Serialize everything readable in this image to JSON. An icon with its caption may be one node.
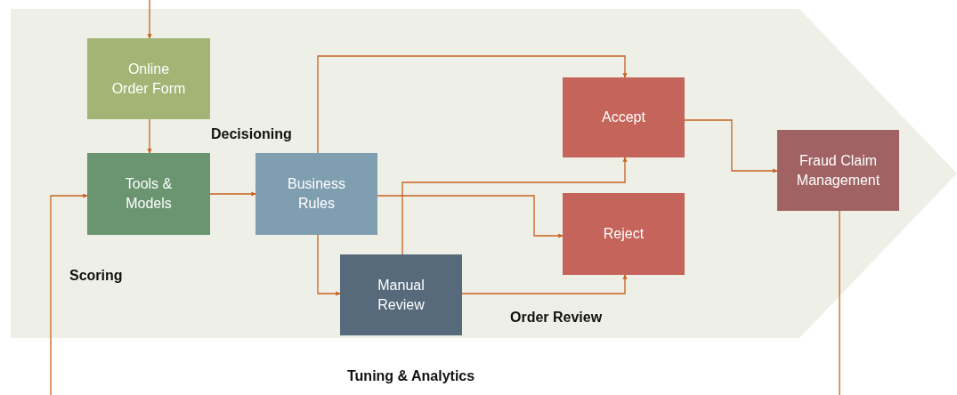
{
  "diagram": {
    "nodes": [
      {
        "text": [
          "Online Order Form"
        ]
      },
      {
        "text": [
          "Accept"
        ]
      },
      {
        "text": [
          "Tools & Models"
        ]
      },
      {
        "text": [
          "Business Rules"
        ]
      },
      {
        "text": [
          "Fraud Claim Management"
        ]
      },
      {
        "text": [
          "Reject"
        ]
      },
      {
        "text": [
          "Manual Review"
        ]
      }
    ],
    "edges": [
      {
        "from": null,
        "to": 0,
        "arrow": "to"
      },
      {
        "from": 0,
        "to": 2,
        "arrow": "to"
      },
      {
        "from": 2,
        "to": 3,
        "arrow": "to"
      },
      {
        "from": 3,
        "to": 1,
        "arrow": "to"
      },
      {
        "from": 3,
        "to": 5,
        "arrow": "to"
      },
      {
        "from": 3,
        "to": 6,
        "arrow": "to"
      },
      {
        "from": 6,
        "to": 1,
        "arrow": "to"
      },
      {
        "from": 6,
        "to": 5,
        "arrow": "to"
      },
      {
        "from": 1,
        "to": 4,
        "arrow": "to"
      },
      {
        "from": 4,
        "to": null,
        "arrow": "none"
      },
      {
        "from": null,
        "to": 2,
        "arrow": "to"
      }
    ],
    "labels": [
      "Decisioning",
      "Scoring",
      "Order Review",
      "Tuning & Analytics"
    ]
  }
}
